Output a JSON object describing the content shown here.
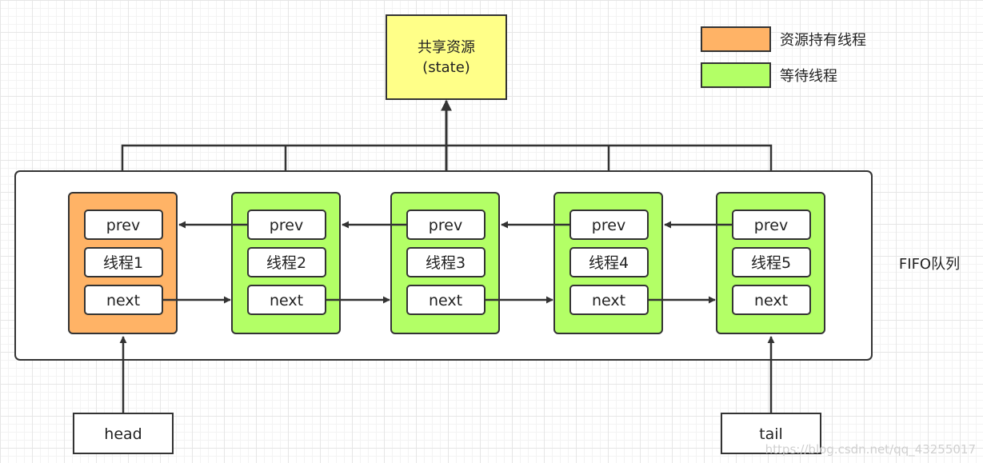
{
  "shared_resource": {
    "line1": "共享资源",
    "line2": "(state)"
  },
  "legend": [
    {
      "label": "资源持有线程",
      "color": "#ffb366"
    },
    {
      "label": "等待线程",
      "color": "#b3ff66"
    }
  ],
  "queue": {
    "label": "FIFO队列",
    "nodes": [
      {
        "prev": "prev",
        "thread": "线程1",
        "next": "next",
        "state": "holding"
      },
      {
        "prev": "prev",
        "thread": "线程2",
        "next": "next",
        "state": "waiting"
      },
      {
        "prev": "prev",
        "thread": "线程3",
        "next": "next",
        "state": "waiting"
      },
      {
        "prev": "prev",
        "thread": "线程4",
        "next": "next",
        "state": "waiting"
      },
      {
        "prev": "prev",
        "thread": "线程5",
        "next": "next",
        "state": "waiting"
      }
    ]
  },
  "head_label": "head",
  "tail_label": "tail",
  "watermark": "https://blog.csdn.net/qq_43255017",
  "colors": {
    "holding_fill": "#ffb366",
    "waiting_fill": "#b3ff66",
    "resource_fill": "#ffff88",
    "stroke": "#333333"
  }
}
